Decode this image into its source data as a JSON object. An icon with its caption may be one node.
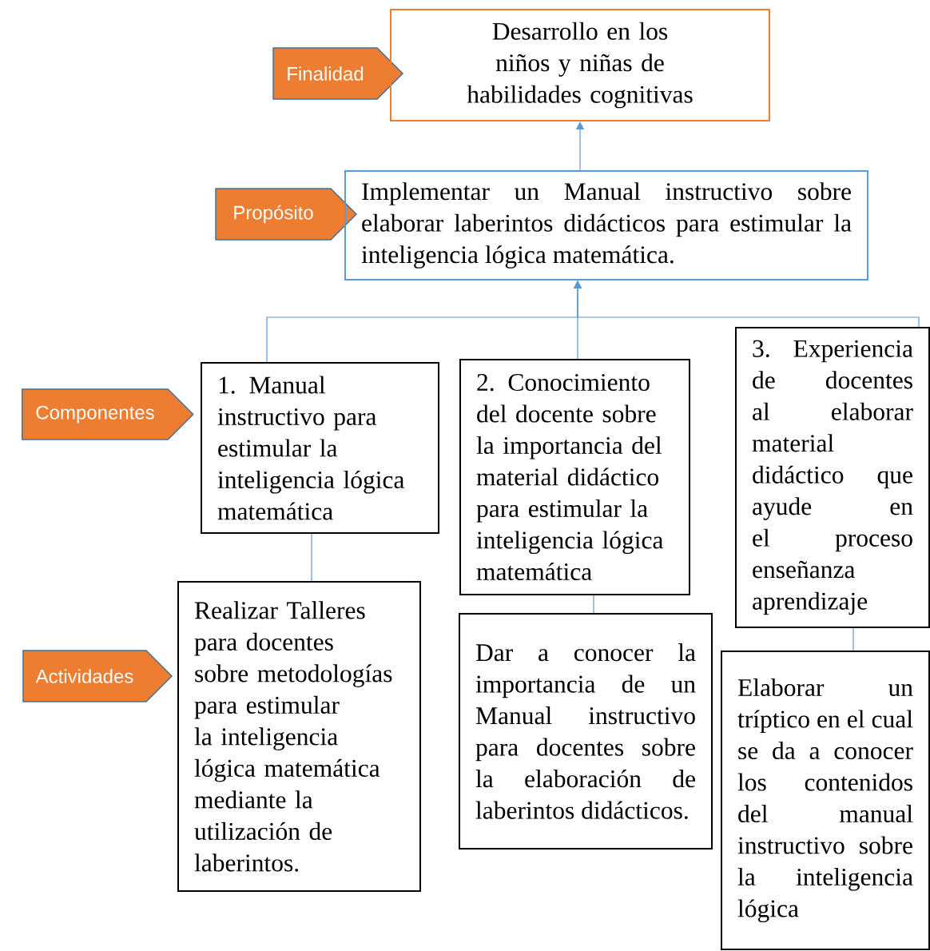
{
  "diagram": {
    "nodes": [
      {
        "text": [
          "Finalidad"
        ]
      },
      {
        "text": [
          "Desarrollo en los niños y niñas de habilidades cognitivas"
        ]
      },
      {
        "text": [
          "Propósito"
        ]
      },
      {
        "text": [
          "Implementar un Manual instructivo sobre elaborar laberintos didácticos para estimular la inteligencia lógica matemática."
        ]
      },
      {
        "text": [
          "Componentes"
        ]
      },
      {
        "text": [
          "1. Manual instructivo para estimular la inteligencia lógica matemática"
        ]
      },
      {
        "text": [
          "2. Conocimiento del docente sobre la importancia del material didáctico para estimular la inteligencia lógica matemática"
        ]
      },
      {
        "text": [
          "3. Experiencia de docentes al elaborar material didáctico que ayude en el proceso enseñanza aprendizaje"
        ]
      },
      {
        "text": [
          "Actividades"
        ]
      },
      {
        "text": [
          "Realizar Talleres para docentes sobre metodologías para estimular la inteligencia lógica matemática mediante la utilización de laberintos."
        ]
      },
      {
        "text": [
          "Dar a conocer la importancia de un Manual instructivo para docentes sobre la elaboración de laberintos didácticos."
        ]
      },
      {
        "text": [
          "Elaborar un tríptico en el cual se da a conocer los contenidos del manual instructivo sobre la inteligencia lógica"
        ]
      }
    ],
    "edges": [
      {
        "from": 3,
        "to": 1,
        "arrow": "to"
      },
      {
        "from": 5,
        "to": 3,
        "arrow": "to"
      },
      {
        "from": 6,
        "to": 3,
        "arrow": "to"
      },
      {
        "from": 7,
        "to": 3,
        "arrow": "to"
      },
      {
        "from": 5,
        "to": 9,
        "arrow": "none"
      },
      {
        "from": 6,
        "to": 10,
        "arrow": "none"
      },
      {
        "from": 7,
        "to": 11,
        "arrow": "none"
      }
    ]
  }
}
